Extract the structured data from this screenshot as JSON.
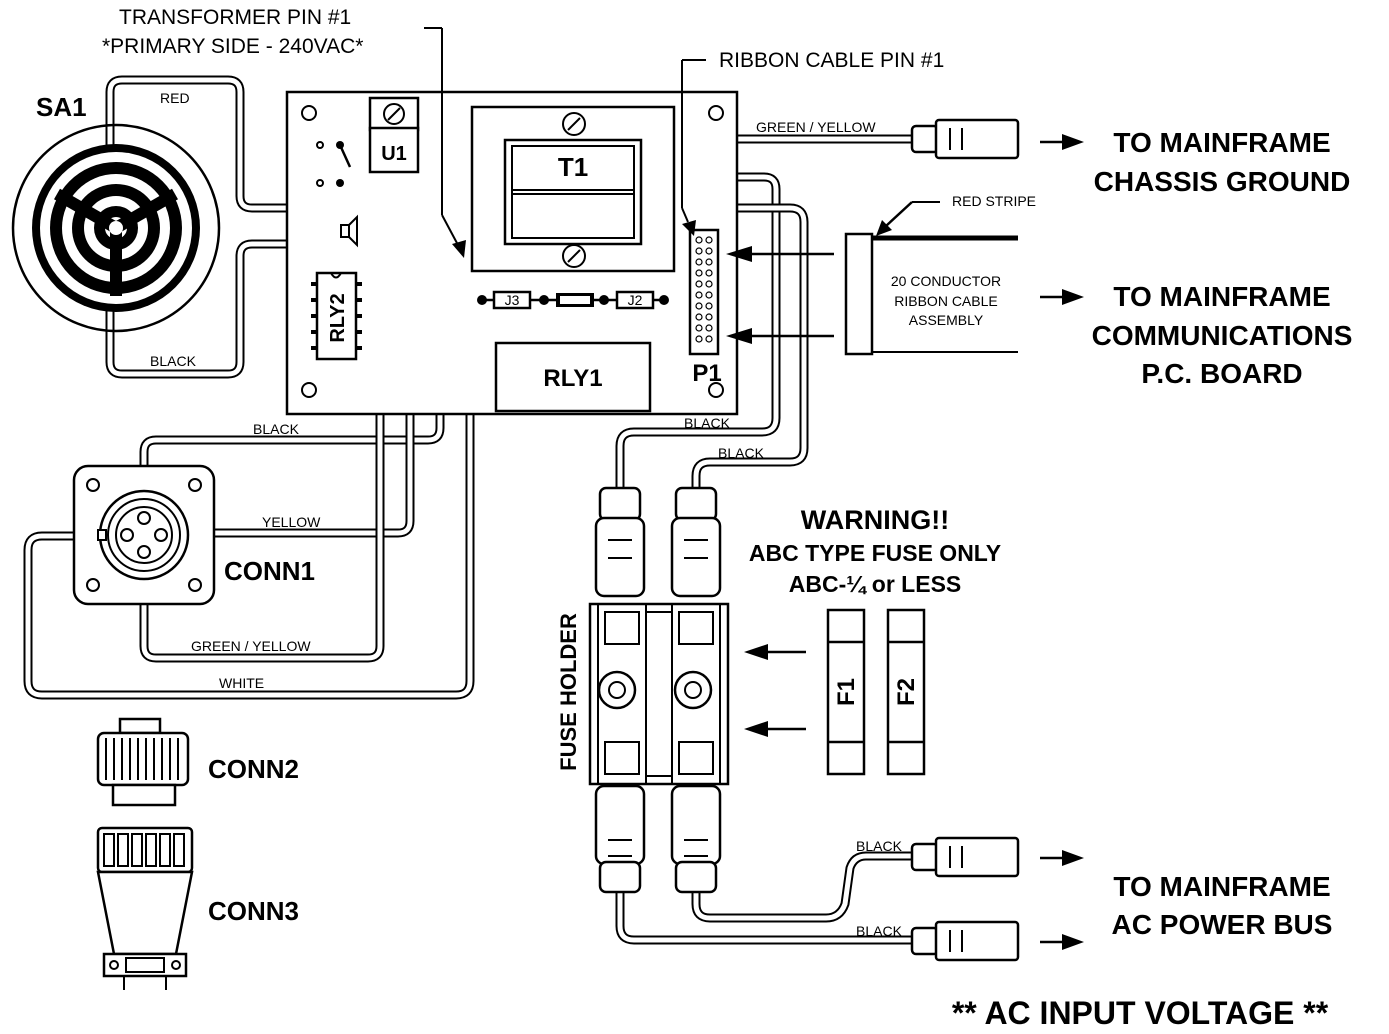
{
  "callouts": {
    "transformer_pin_line1": "TRANSFORMER PIN #1",
    "transformer_pin_line2": "*PRIMARY SIDE - 240VAC*",
    "ribbon_pin": "RIBBON CABLE PIN #1",
    "red_stripe": "RED STRIPE"
  },
  "components": {
    "sa1": "SA1",
    "u1": "U1",
    "t1": "T1",
    "rly1": "RLY1",
    "rly2": "RLY2",
    "p1": "P1",
    "j2": "J2",
    "j3": "J3",
    "conn1": "CONN1",
    "conn2": "CONN2",
    "conn3": "CONN3",
    "fuse_holder": "FUSE HOLDER",
    "f1": "F1",
    "f2": "F2"
  },
  "wires": {
    "red": "RED",
    "black_sa1": "BLACK",
    "black_conn1": "BLACK",
    "yellow": "YELLOW",
    "green_yellow_conn1": "GREEN / YELLOW",
    "white": "WHITE",
    "green_yellow_ground": "GREEN / YELLOW",
    "black_fuse1": "BLACK",
    "black_fuse2": "BLACK",
    "black_out1": "BLACK",
    "black_out2": "BLACK"
  },
  "ribbon": {
    "line1": "20 CONDUCTOR",
    "line2": "RIBBON CABLE",
    "line3": "ASSEMBLY"
  },
  "destinations": {
    "ground_line1": "TO MAINFRAME",
    "ground_line2": "CHASSIS GROUND",
    "comm_line1": "TO MAINFRAME",
    "comm_line2": "COMMUNICATIONS",
    "comm_line3": "P.C. BOARD",
    "power_line1": "TO MAINFRAME",
    "power_line2": "AC POWER BUS"
  },
  "warning": {
    "title": "WARNING!!",
    "line1": "ABC TYPE FUSE ONLY",
    "line2": "ABC-¼ or LESS"
  },
  "footer": {
    "ac_input": "** AC INPUT VOLTAGE **"
  }
}
